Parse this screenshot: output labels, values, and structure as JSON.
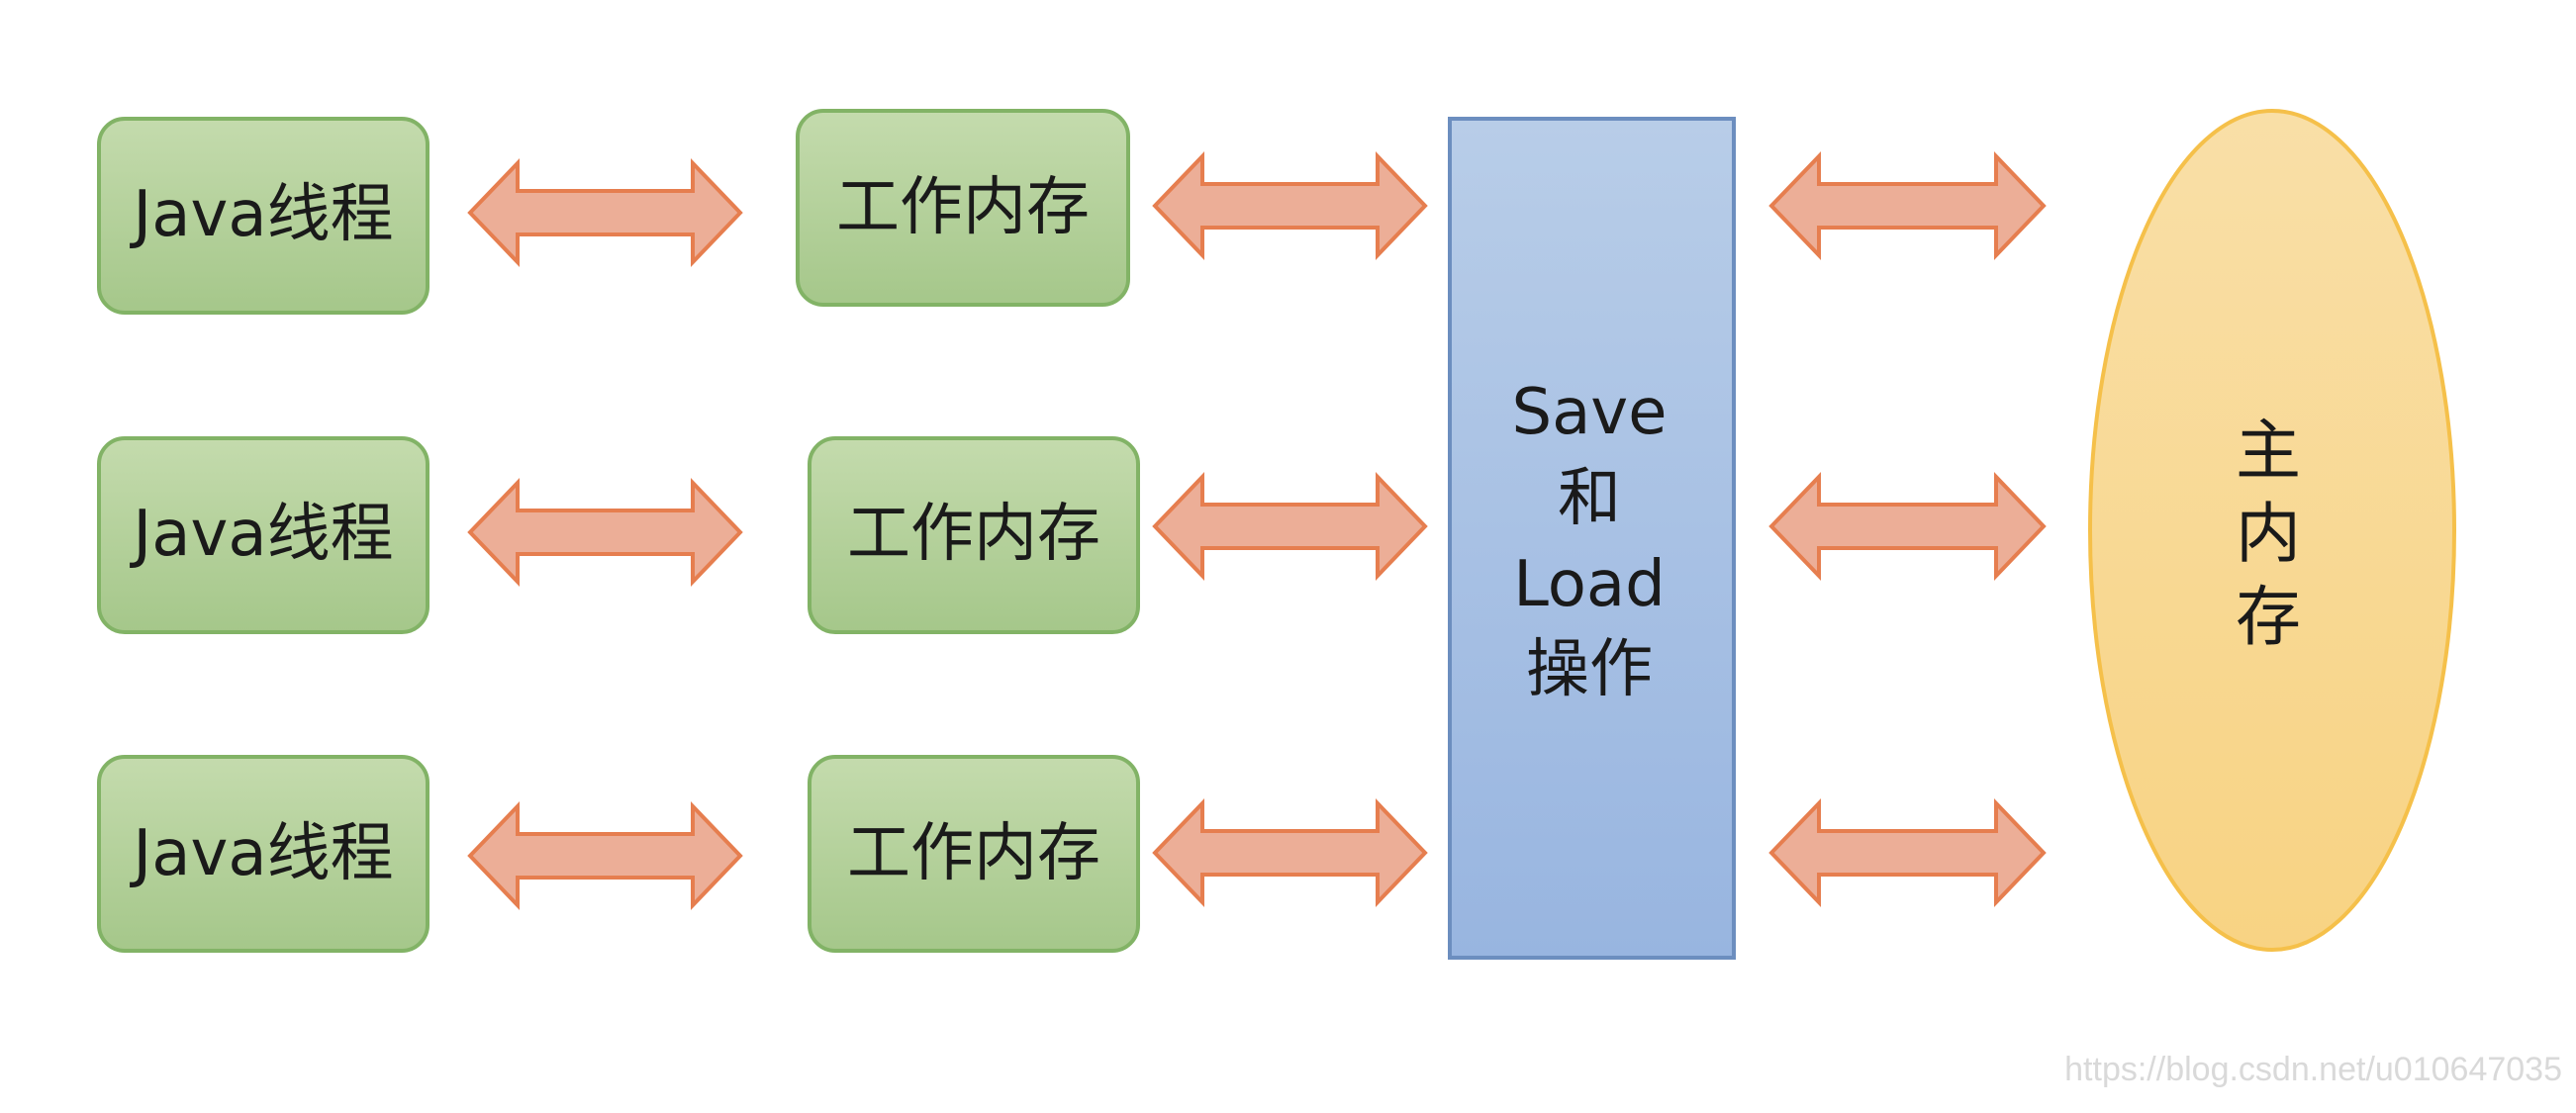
{
  "diagram": {
    "threads": [
      {
        "label": "Java线程"
      },
      {
        "label": "Java线程"
      },
      {
        "label": "Java线程"
      }
    ],
    "work_memory": [
      {
        "label": "工作内存"
      },
      {
        "label": "工作内存"
      },
      {
        "label": "工作内存"
      }
    ],
    "save_load": {
      "lines": [
        "Save",
        "和",
        "Load",
        "操作"
      ]
    },
    "main_memory": {
      "lines": [
        "主",
        "内",
        "存"
      ]
    }
  },
  "watermark": "https://blog.csdn.net/u010647035",
  "colors": {
    "green_fill": "#abc98f",
    "green_stroke": "#82b366",
    "blue_fill": "#a3bde3",
    "blue_stroke": "#6c8ebf",
    "yellow_fill": "#f8d89a",
    "yellow_stroke": "#f5c04a",
    "arrow_fill": "#ecae97",
    "arrow_stroke": "#e67e4f"
  }
}
